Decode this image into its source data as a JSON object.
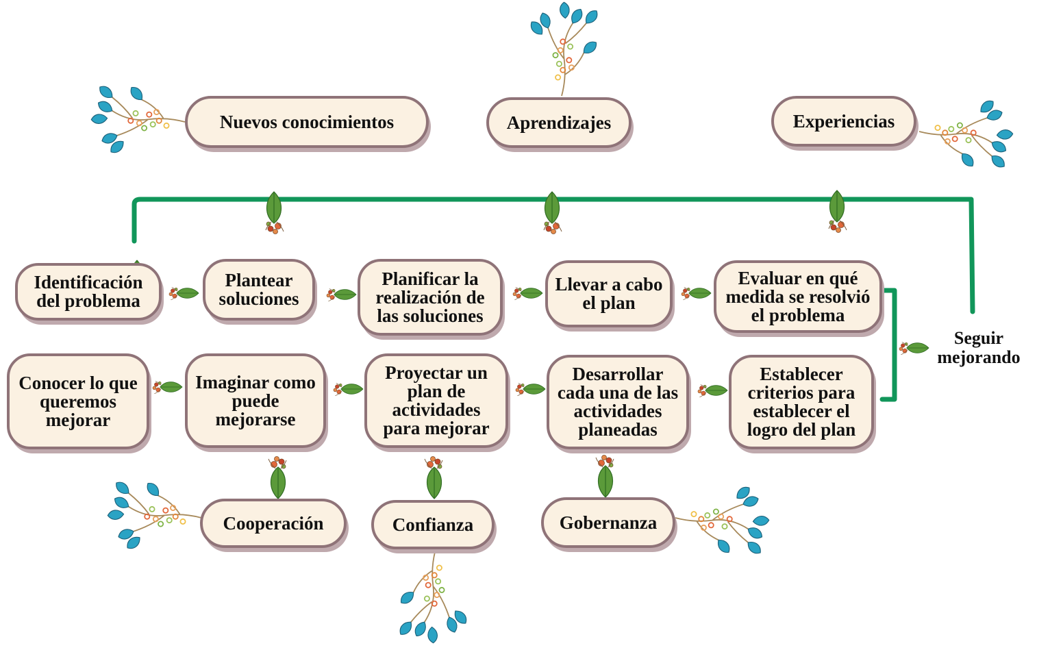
{
  "top_concepts": [
    "Nuevos conocimientos",
    "Aprendizajes",
    "Experiencias"
  ],
  "steps": [
    "Identificación del problema",
    "Plantear soluciones",
    "Planificar la realización de las soluciones",
    "Llevar a cabo el plan",
    "Evaluar en qué medida se resolvió el problema",
    "Establecer criterios para establecer el logro del plan",
    "Desarrollar cada una de las actividades planeadas",
    "Proyectar un plan de actividades para mejorar",
    "Imaginar como puede mejorarse",
    "Conocer lo que queremos mejorar"
  ],
  "loop_label": "Seguir mejorando",
  "values": [
    "Cooperación",
    "Confianza",
    "Gobernanza"
  ],
  "colors": {
    "connector": "#11965a",
    "box_fill": "#fbf1e2",
    "box_border": "#8f7378",
    "leaf": "#5b9a3a",
    "berry": "#e2673a",
    "blue_leaf": "#2aa3c4"
  },
  "icons": [
    "leaf-sprig-icon",
    "berry-branch-icon"
  ]
}
